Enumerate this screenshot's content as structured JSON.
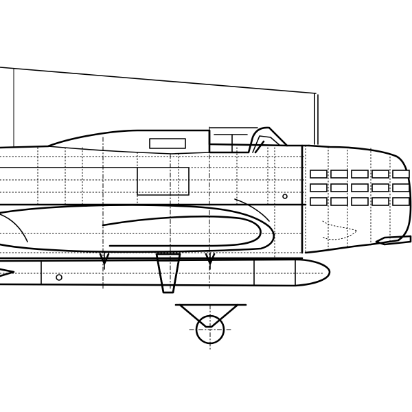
{
  "drawing": {
    "ink_color": "#000000",
    "paper_color": "#ffffff",
    "subject": "aircraft-side-profile",
    "radiator_grille": {
      "rows": 3,
      "columns": 5
    }
  }
}
